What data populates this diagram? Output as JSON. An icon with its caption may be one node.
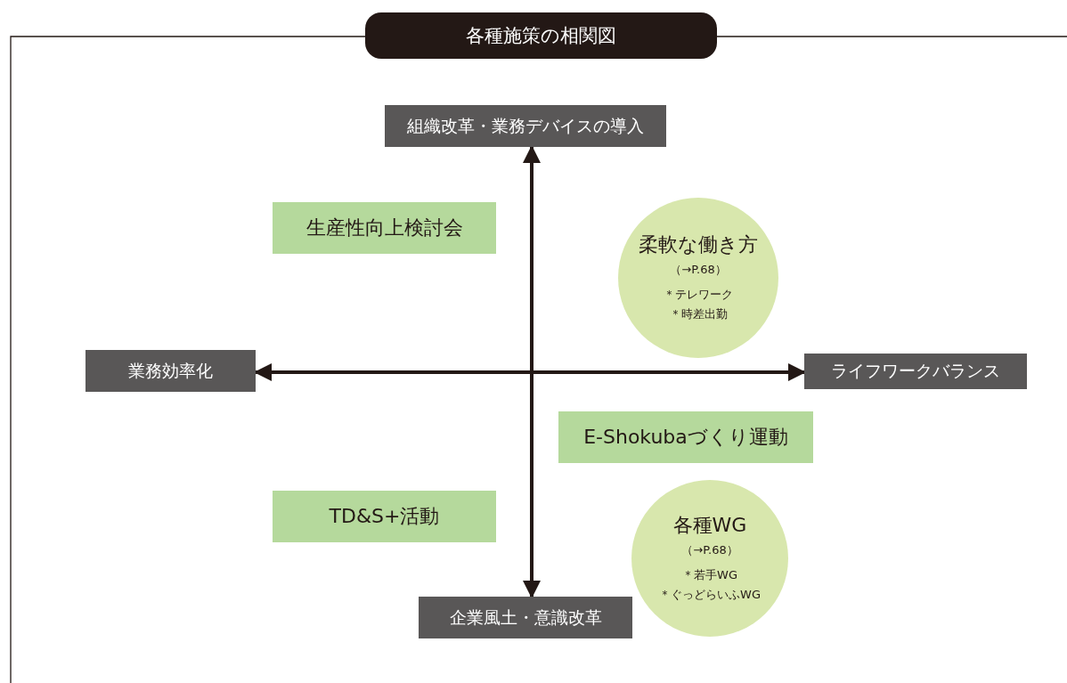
{
  "diagram": {
    "title": "各種施策の相関図",
    "nodes": [
      {
        "text": [
          "組織改革・業務デバイスの導入"
        ]
      },
      {
        "text": [
          "業務効率化"
        ]
      },
      {
        "text": [
          "ライフワークバランス"
        ]
      },
      {
        "text": [
          "企業風土・意識改革"
        ]
      },
      {
        "text": [
          "生産性向上検討会"
        ]
      },
      {
        "text": [
          "柔軟な働き方",
          "（→P.68）",
          "＊テレワーク",
          "＊時差出勤"
        ]
      },
      {
        "text": [
          "E-Shokubaづくり運動"
        ]
      },
      {
        "text": [
          "TD&S+活動"
        ]
      },
      {
        "text": [
          "各種WG",
          "（→P.68）",
          "＊若手WG",
          "＊ぐっどらいふWG"
        ]
      }
    ],
    "edges": [
      {
        "from": 0,
        "to": 3,
        "arrow": "both"
      },
      {
        "from": 1,
        "to": 2,
        "arrow": "both"
      }
    ]
  }
}
